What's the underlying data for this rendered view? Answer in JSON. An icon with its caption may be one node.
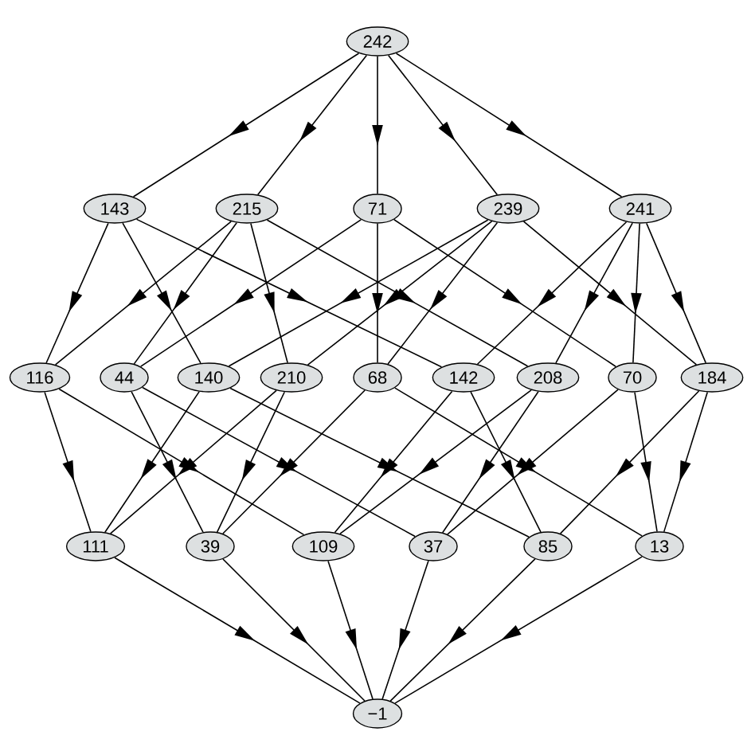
{
  "diagram": {
    "nodes": [
      {
        "text": [
          "242"
        ]
      },
      {
        "text": [
          "143"
        ]
      },
      {
        "text": [
          "215"
        ]
      },
      {
        "text": [
          "71"
        ]
      },
      {
        "text": [
          "239"
        ]
      },
      {
        "text": [
          "241"
        ]
      },
      {
        "text": [
          "116"
        ]
      },
      {
        "text": [
          "44"
        ]
      },
      {
        "text": [
          "140"
        ]
      },
      {
        "text": [
          "210"
        ]
      },
      {
        "text": [
          "68"
        ]
      },
      {
        "text": [
          "142"
        ]
      },
      {
        "text": [
          "208"
        ]
      },
      {
        "text": [
          "70"
        ]
      },
      {
        "text": [
          "184"
        ]
      },
      {
        "text": [
          "111"
        ]
      },
      {
        "text": [
          "39"
        ]
      },
      {
        "text": [
          "109"
        ]
      },
      {
        "text": [
          "37"
        ]
      },
      {
        "text": [
          "85"
        ]
      },
      {
        "text": [
          "13"
        ]
      },
      {
        "text": [
          "−1"
        ]
      }
    ],
    "edges": [
      {
        "from": 0,
        "to": 1,
        "arrow": "to"
      },
      {
        "from": 0,
        "to": 2,
        "arrow": "to"
      },
      {
        "from": 0,
        "to": 3,
        "arrow": "to"
      },
      {
        "from": 0,
        "to": 4,
        "arrow": "to"
      },
      {
        "from": 0,
        "to": 5,
        "arrow": "to"
      },
      {
        "from": 1,
        "to": 6,
        "arrow": "to"
      },
      {
        "from": 1,
        "to": 8,
        "arrow": "to"
      },
      {
        "from": 1,
        "to": 11,
        "arrow": "to"
      },
      {
        "from": 2,
        "to": 6,
        "arrow": "to"
      },
      {
        "from": 2,
        "to": 7,
        "arrow": "to"
      },
      {
        "from": 2,
        "to": 9,
        "arrow": "to"
      },
      {
        "from": 2,
        "to": 12,
        "arrow": "to"
      },
      {
        "from": 3,
        "to": 7,
        "arrow": "to"
      },
      {
        "from": 3,
        "to": 10,
        "arrow": "to"
      },
      {
        "from": 3,
        "to": 13,
        "arrow": "to"
      },
      {
        "from": 4,
        "to": 8,
        "arrow": "to"
      },
      {
        "from": 4,
        "to": 9,
        "arrow": "to"
      },
      {
        "from": 4,
        "to": 10,
        "arrow": "to"
      },
      {
        "from": 4,
        "to": 14,
        "arrow": "to"
      },
      {
        "from": 5,
        "to": 11,
        "arrow": "to"
      },
      {
        "from": 5,
        "to": 12,
        "arrow": "to"
      },
      {
        "from": 5,
        "to": 13,
        "arrow": "to"
      },
      {
        "from": 5,
        "to": 14,
        "arrow": "to"
      },
      {
        "from": 6,
        "to": 15,
        "arrow": "to"
      },
      {
        "from": 6,
        "to": 17,
        "arrow": "to"
      },
      {
        "from": 7,
        "to": 16,
        "arrow": "to"
      },
      {
        "from": 7,
        "to": 18,
        "arrow": "to"
      },
      {
        "from": 8,
        "to": 15,
        "arrow": "to"
      },
      {
        "from": 8,
        "to": 19,
        "arrow": "to"
      },
      {
        "from": 9,
        "to": 15,
        "arrow": "to"
      },
      {
        "from": 9,
        "to": 16,
        "arrow": "to"
      },
      {
        "from": 10,
        "to": 16,
        "arrow": "to"
      },
      {
        "from": 10,
        "to": 20,
        "arrow": "to"
      },
      {
        "from": 11,
        "to": 17,
        "arrow": "to"
      },
      {
        "from": 11,
        "to": 19,
        "arrow": "to"
      },
      {
        "from": 12,
        "to": 17,
        "arrow": "to"
      },
      {
        "from": 12,
        "to": 18,
        "arrow": "to"
      },
      {
        "from": 13,
        "to": 18,
        "arrow": "to"
      },
      {
        "from": 13,
        "to": 20,
        "arrow": "to"
      },
      {
        "from": 14,
        "to": 19,
        "arrow": "to"
      },
      {
        "from": 14,
        "to": 20,
        "arrow": "to"
      },
      {
        "from": 15,
        "to": 21,
        "arrow": "to"
      },
      {
        "from": 16,
        "to": 21,
        "arrow": "to"
      },
      {
        "from": 17,
        "to": 21,
        "arrow": "to"
      },
      {
        "from": 18,
        "to": 21,
        "arrow": "to"
      },
      {
        "from": 19,
        "to": 21,
        "arrow": "to"
      },
      {
        "from": 20,
        "to": 21,
        "arrow": "to"
      }
    ]
  }
}
